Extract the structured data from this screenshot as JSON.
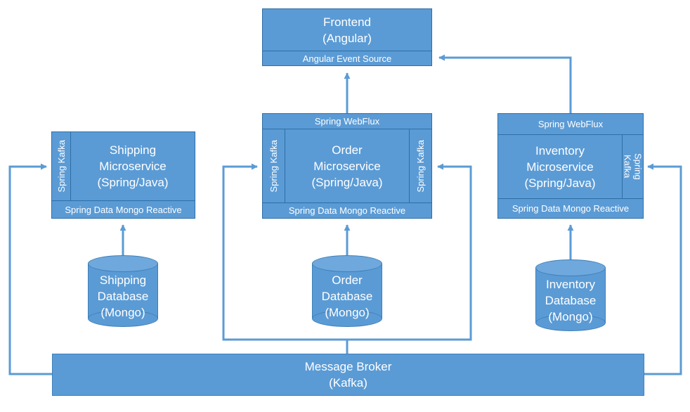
{
  "colors": {
    "box_fill": "#5b9bd5",
    "border": "#3f7fb8",
    "arrow": "#5b9bd5",
    "text": "#ffffff"
  },
  "frontend": {
    "title": "Frontend",
    "subtitle": "(Angular)",
    "event_source": "Angular Event Source"
  },
  "shipping": {
    "kafka": "Spring Kafka",
    "line1": "Shipping",
    "line2": "Microservice",
    "line3": "(Spring/Java)",
    "data": "Spring Data Mongo Reactive",
    "db": {
      "line1": "Shipping",
      "line2": "Database",
      "line3": "(Mongo)"
    }
  },
  "order": {
    "webflux": "Spring WebFlux",
    "kafka_left": "Spring Kafka",
    "kafka_right": "Spring Kafka",
    "line1": "Order",
    "line2": "Microservice",
    "line3": "(Spring/Java)",
    "data": "Spring Data Mongo Reactive",
    "db": {
      "line1": "Order",
      "line2": "Database",
      "line3": "(Mongo)"
    }
  },
  "inventory": {
    "webflux": "Spring WebFlux",
    "kafka_a": "Spring",
    "kafka_b": "Kafka",
    "line1": "Inventory",
    "line2": "Microservice",
    "line3": "(Spring/Java)",
    "data": "Spring Data Mongo Reactive",
    "db": {
      "line1": "Inventory",
      "line2": "Database",
      "line3": "(Mongo)"
    }
  },
  "broker": {
    "title": "Message Broker",
    "subtitle": "(Kafka)"
  }
}
